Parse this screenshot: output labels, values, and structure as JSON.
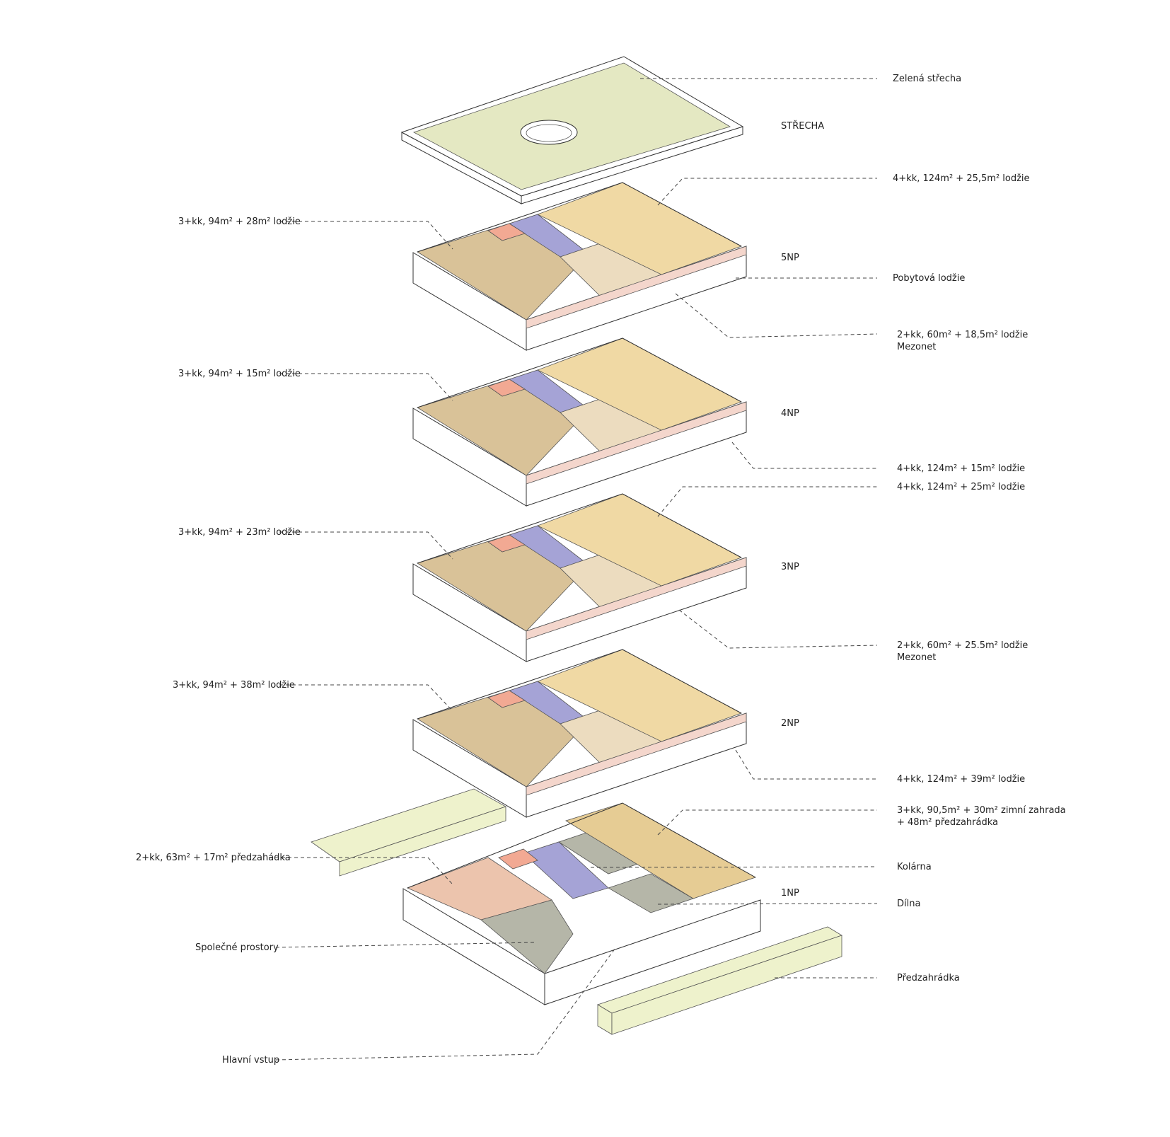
{
  "palette": {
    "green_roof": "#e4e8c2",
    "apartment_warm": "#f0d9a4",
    "apartment_dark": "#d9c298",
    "core_blue": "#a5a3d6",
    "lift_pink": "#f2a993",
    "shared_grey": "#b5b6a8",
    "loggia_pink": "#f4d6cc",
    "garden": "#eef2cc",
    "wall": "#ffffff",
    "frame": "#c9a13a"
  },
  "levels": [
    {
      "id": "roof",
      "label": "STŘECHA"
    },
    {
      "id": "5np",
      "label": "5NP"
    },
    {
      "id": "4np",
      "label": "4NP"
    },
    {
      "id": "3np",
      "label": "3NP"
    },
    {
      "id": "2np",
      "label": "2NP"
    },
    {
      "id": "1np",
      "label": "1NP"
    }
  ],
  "labels_right": {
    "green_roof": "Zelená střecha",
    "unit_5np_right": "4+kk, 124m² + 25,5m² lodžie",
    "living_loggia": "Pobytová lodžie",
    "duplex_upper_line1": "2+kk, 60m² + 18,5m² lodžie",
    "duplex_upper_line2": "Mezonet",
    "unit_4np_right": "4+kk, 124m² + 15m² lodžie",
    "unit_3np_right": "4+kk, 124m² + 25m² lodžie",
    "duplex_lower_line1": "2+kk, 60m² + 25.5m² lodžie",
    "duplex_lower_line2": "Mezonet",
    "unit_2np_right": "4+kk, 124m² + 39m² lodžie",
    "unit_1np_right_line1": "3+kk, 90,5m² + 30m² zimní zahrada",
    "unit_1np_right_line2": "+ 48m² předzahrádka",
    "bike_room": "Kolárna",
    "workshop": "Dílna",
    "front_garden": "Předzahrádka"
  },
  "labels_left": {
    "unit_5np_left": "3+kk, 94m² + 28m² lodžie",
    "unit_4np_left": "3+kk, 94m² + 15m² lodžie",
    "unit_3np_left": "3+kk, 94m² + 23m² lodžie",
    "unit_2np_left": "3+kk, 94m² + 38m² lodžie",
    "unit_1np_left": "2+kk, 63m² + 17m² předzahádka",
    "common_rooms": "Společné prostory",
    "main_entrance": "Hlavní vstup"
  }
}
